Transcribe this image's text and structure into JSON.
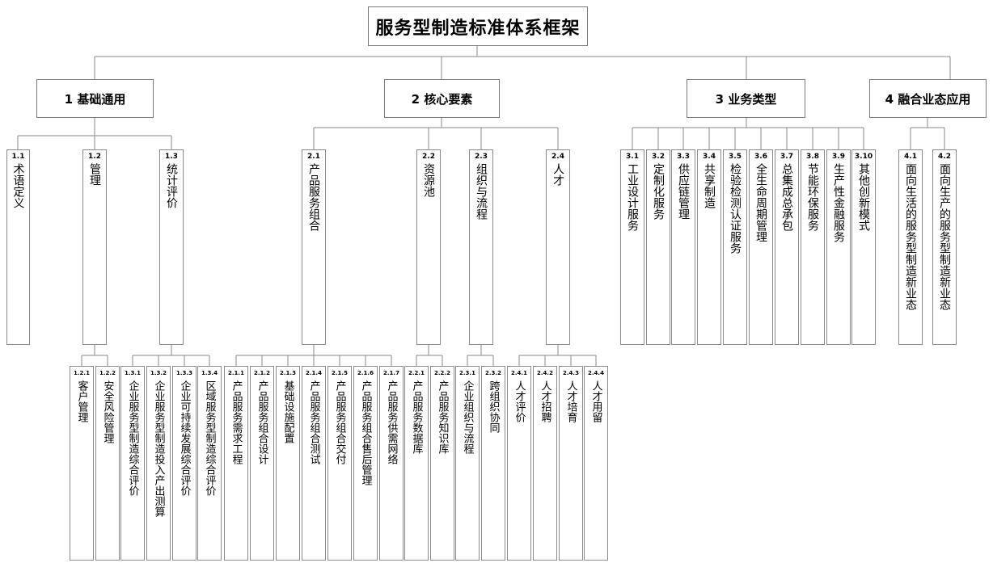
{
  "title": "服务型制造标准体系框架",
  "categories": [
    {
      "code": "1",
      "name": "基础通用",
      "text": "1 基础通用"
    },
    {
      "code": "2",
      "name": "核心要素",
      "text": "2 核心要素"
    },
    {
      "code": "3",
      "name": "业务类型",
      "text": "3 业务类型"
    },
    {
      "code": "4",
      "name": "融合业态应用",
      "text": "4 融合业态应用"
    }
  ],
  "level2": [
    {
      "code": "1.1",
      "label": "术语定义"
    },
    {
      "code": "1.2",
      "label": "管理"
    },
    {
      "code": "1.3",
      "label": "统计评价"
    },
    {
      "code": "2.1",
      "label": "产品服务组合"
    },
    {
      "code": "2.2",
      "label": "资源池"
    },
    {
      "code": "2.3",
      "label": "组织与流程"
    },
    {
      "code": "2.4",
      "label": "人才"
    },
    {
      "code": "3.1",
      "label": "工业设计服务"
    },
    {
      "code": "3.2",
      "label": "定制化服务"
    },
    {
      "code": "3.3",
      "label": "供应链管理"
    },
    {
      "code": "3.4",
      "label": "共享制造"
    },
    {
      "code": "3.5",
      "label": "检验检测认证服务"
    },
    {
      "code": "3.6",
      "label": "全生命周期管理"
    },
    {
      "code": "3.7",
      "label": "总集成总承包"
    },
    {
      "code": "3.8",
      "label": "节能环保服务"
    },
    {
      "code": "3.9",
      "label": "生产性金融服务"
    },
    {
      "code": "3.10",
      "label": "其他创新模式"
    },
    {
      "code": "4.1",
      "label": "面向生活的服务型制造新业态"
    },
    {
      "code": "4.2",
      "label": "面向生产的服务型制造新业态"
    }
  ],
  "level3": [
    {
      "code": "1.2.1",
      "label": "客户管理"
    },
    {
      "code": "1.2.2",
      "label": "安全风险管理"
    },
    {
      "code": "1.3.1",
      "label": "企业服务型制造综合评价"
    },
    {
      "code": "1.3.2",
      "label": "企业服务型制造投入产出测算"
    },
    {
      "code": "1.3.3",
      "label": "企业可持续发展综合评价"
    },
    {
      "code": "1.3.4",
      "label": "区域服务型制造综合评价"
    },
    {
      "code": "2.1.1",
      "label": "产品服务需求工程"
    },
    {
      "code": "2.1.2",
      "label": "产品服务组合设计"
    },
    {
      "code": "2.1.3",
      "label": "基础设施配置"
    },
    {
      "code": "2.1.4",
      "label": "产品服务组合测试"
    },
    {
      "code": "2.1.5",
      "label": "产品服务组合交付"
    },
    {
      "code": "2.1.6",
      "label": "产品服务组合售后管理"
    },
    {
      "code": "2.1.7",
      "label": "产品服务供需网络"
    },
    {
      "code": "2.2.1",
      "label": "产品服务数据库"
    },
    {
      "code": "2.2.2",
      "label": "产品服务知识库"
    },
    {
      "code": "2.3.1",
      "label": "企业组织与流程"
    },
    {
      "code": "2.3.2",
      "label": "跨组织协同"
    },
    {
      "code": "2.4.1",
      "label": "人才评价"
    },
    {
      "code": "2.4.2",
      "label": "人才招聘"
    },
    {
      "code": "2.4.3",
      "label": "人才培育"
    },
    {
      "code": "2.4.4",
      "label": "人才用留"
    }
  ]
}
